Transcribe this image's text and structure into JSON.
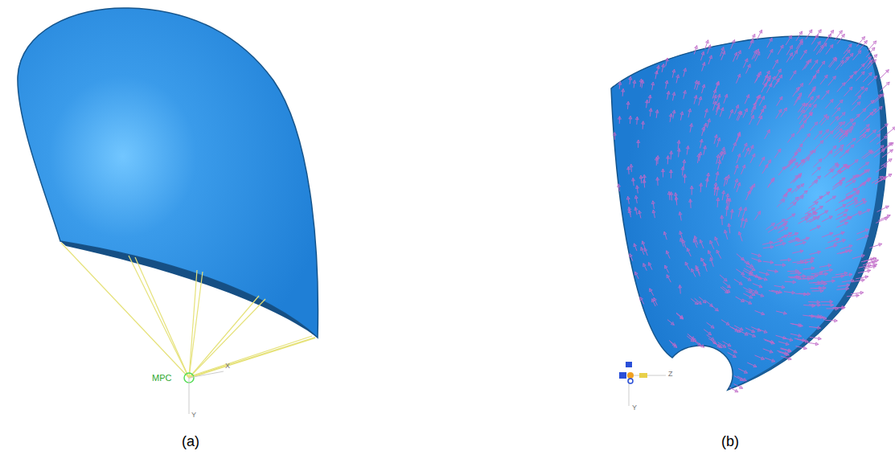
{
  "diagram": {
    "labels": [
      "MPC",
      "X",
      "Y",
      "(a)",
      "Z",
      "Y",
      "(b)"
    ]
  }
}
